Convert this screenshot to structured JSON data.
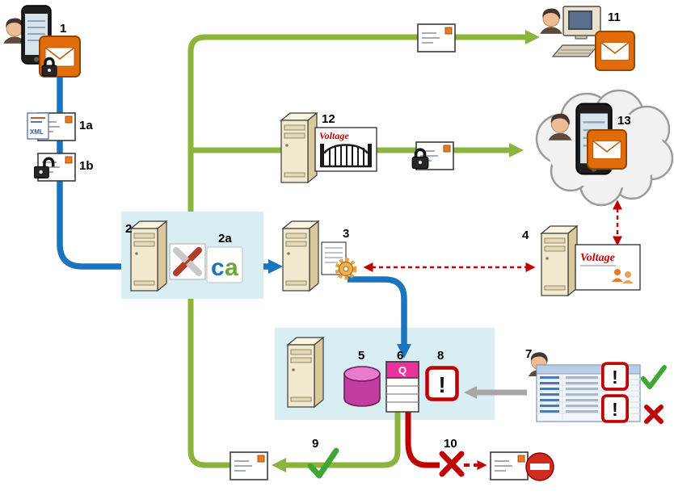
{
  "labels": {
    "n1": "1",
    "n1a": "1a",
    "n1b": "1b",
    "n2": "2",
    "n2a": "2a",
    "n3": "3",
    "n4": "4",
    "n5": "5",
    "n6": "6",
    "n7": "7",
    "n8": "8",
    "n9": "9",
    "n10": "10",
    "n11": "11",
    "n12": "12",
    "n13": "13"
  },
  "text": {
    "voltage_gateway_brand": "Voltage",
    "voltage_server_brand": "Voltage",
    "ca_logo_c": "c",
    "ca_logo_a": "a",
    "queue_letter": "Q",
    "xml_doc_label": "XML",
    "warning_mark": "!"
  },
  "colors": {
    "flow_blue": "#1B75BC",
    "flow_green": "#8CB43C",
    "flow_red": "#C00000",
    "arrow_gray": "#A6A6A6",
    "highlight_box": "#D9EEF3",
    "mail_orange": "#E36C0A",
    "database_magenta": "#C13D9E",
    "brand_red": "#C00000"
  }
}
